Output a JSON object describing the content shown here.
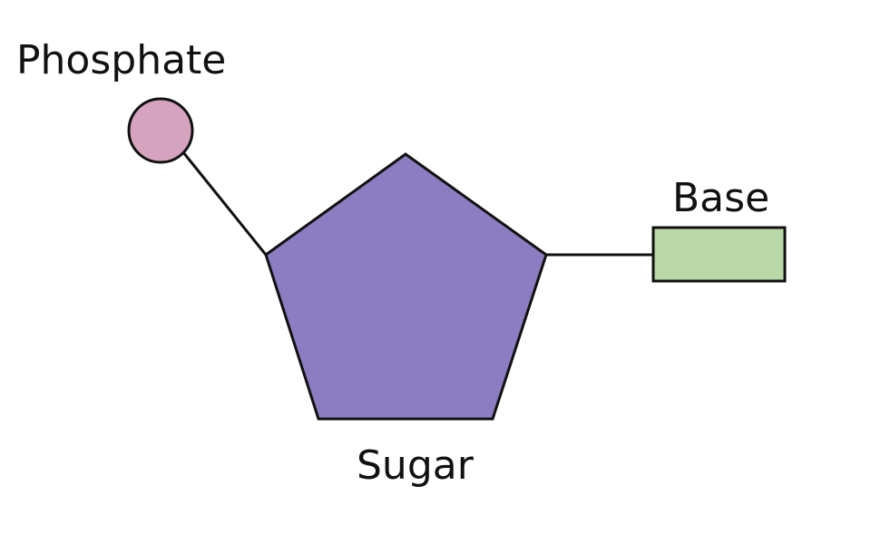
{
  "labels": {
    "phosphate": "Phosphate",
    "sugar": "Sugar",
    "base": "Base"
  },
  "colors": {
    "phosphate_fill": "#d6a3bf",
    "sugar_fill": "#8c7cc1",
    "base_fill": "#b8d8a8",
    "stroke": "#111111"
  }
}
